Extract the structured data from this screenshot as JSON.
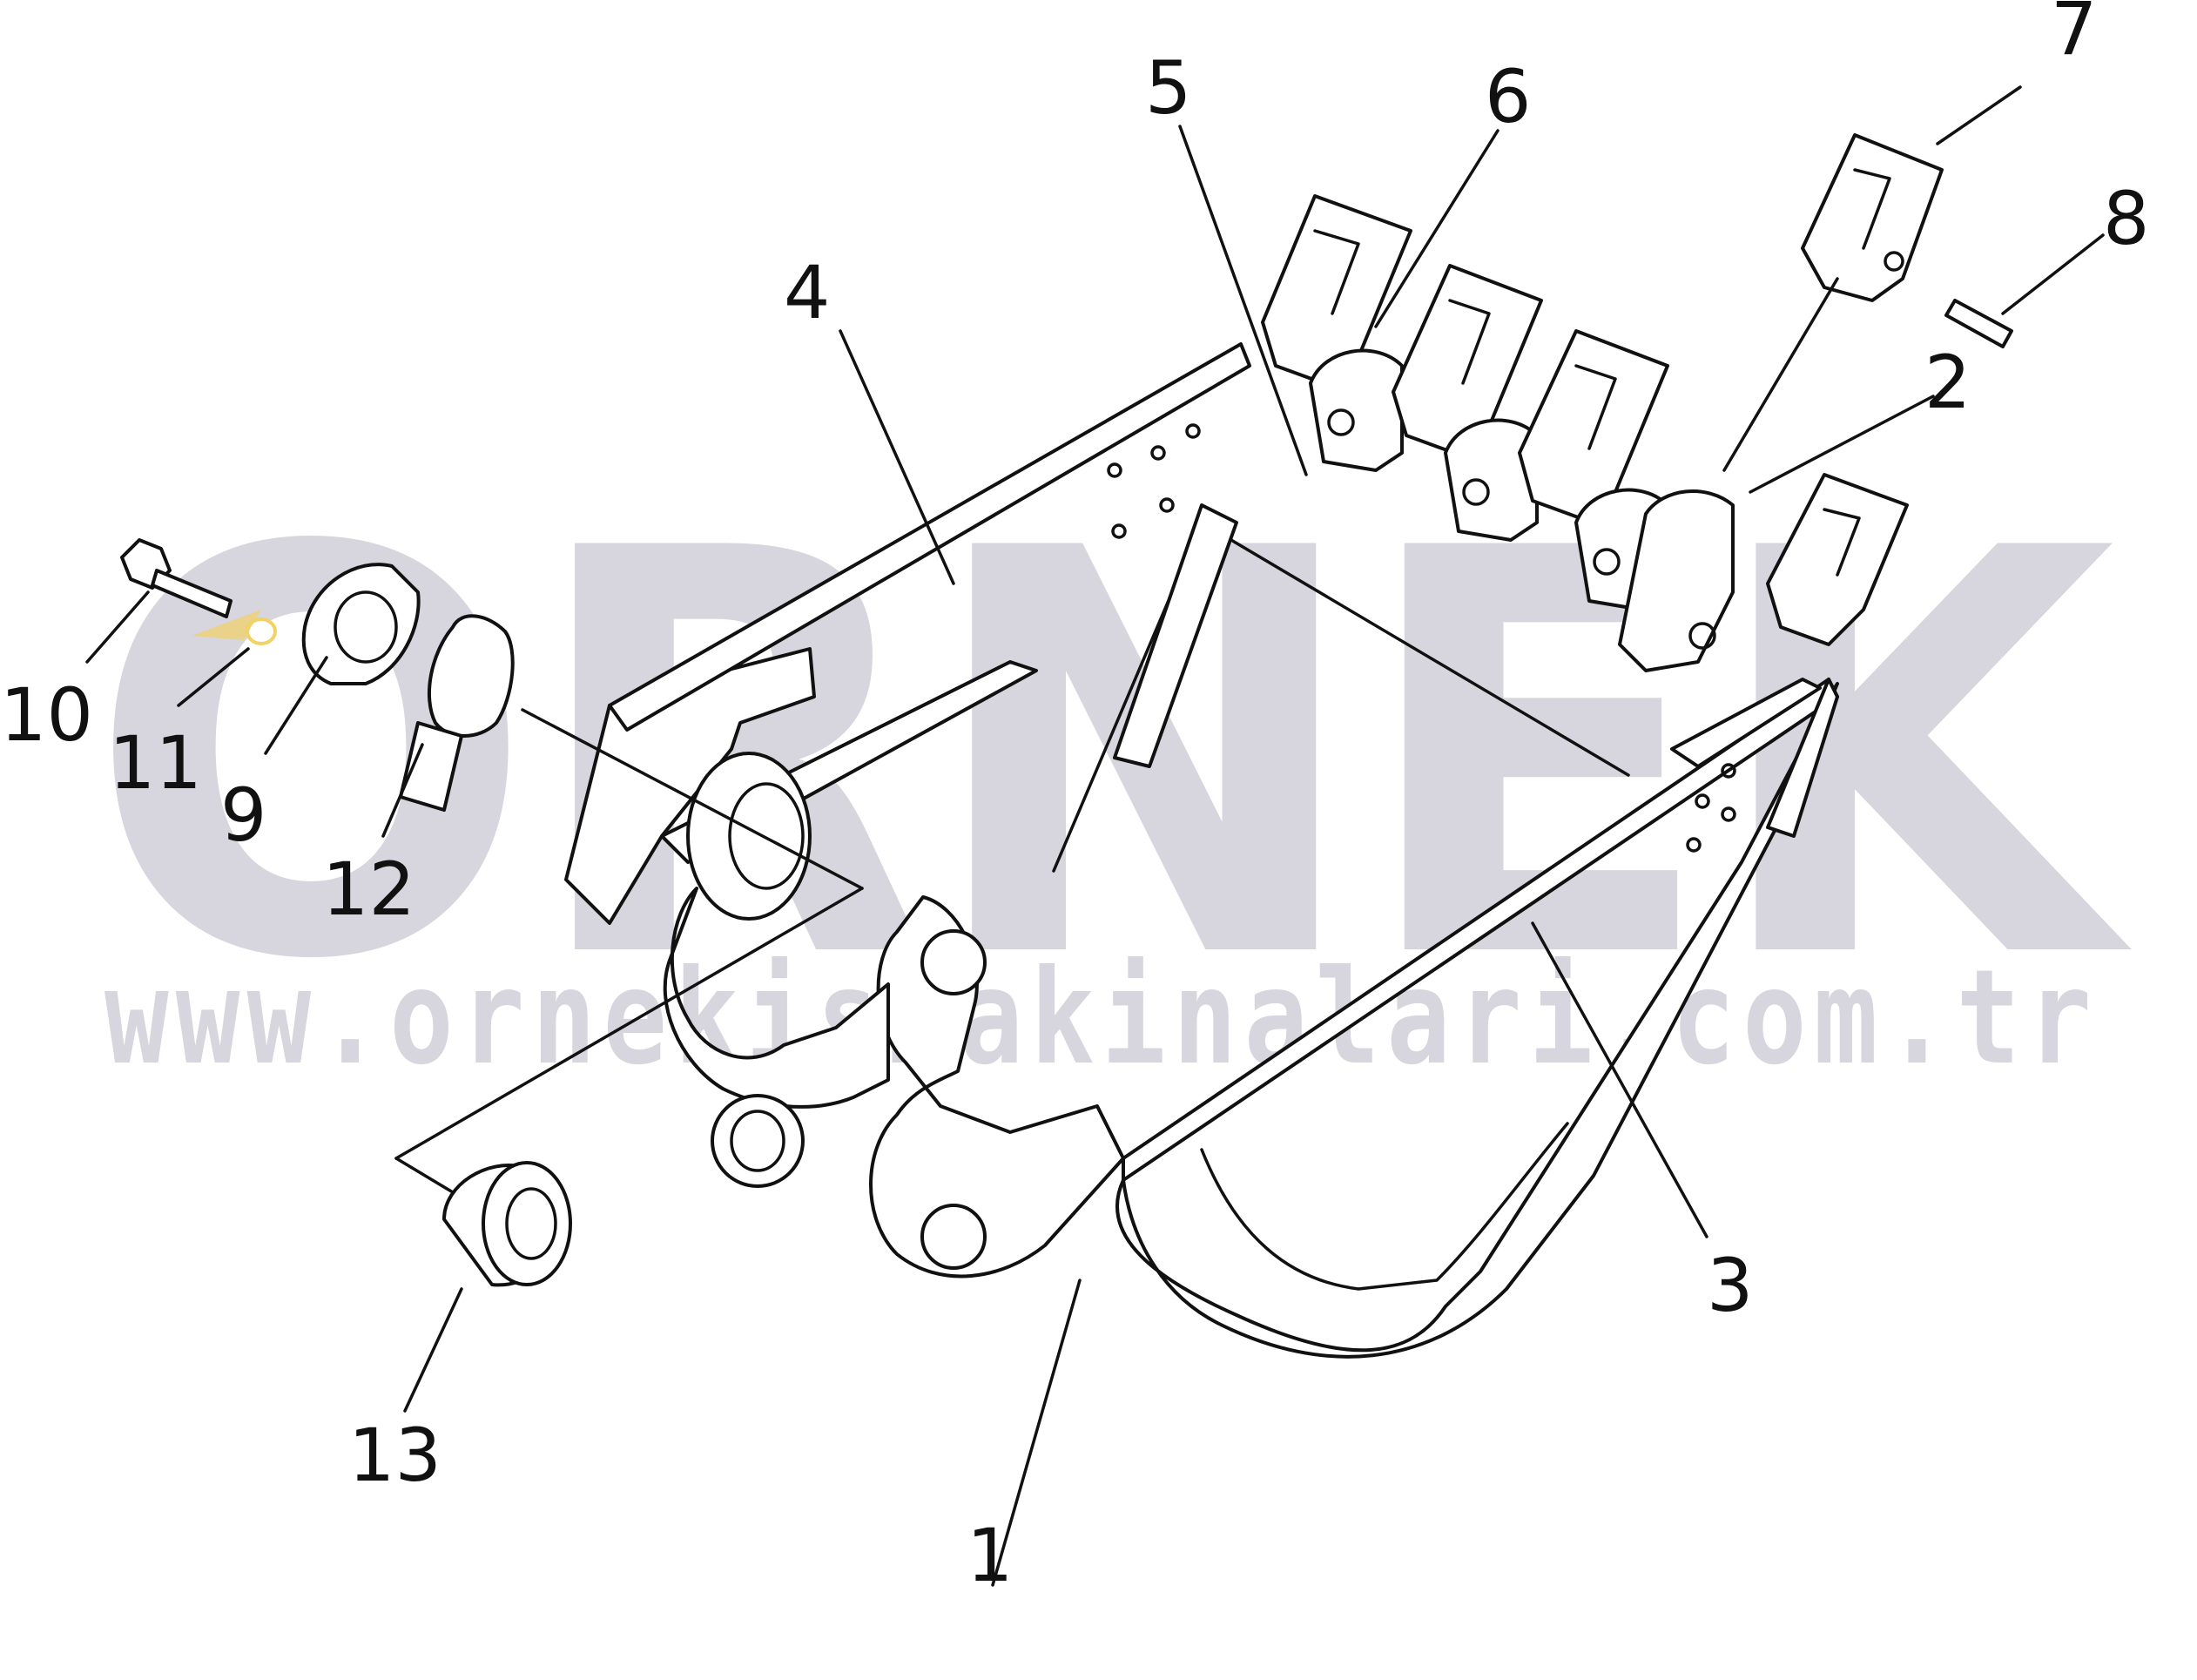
{
  "watermark": {
    "brand": "ORNEK",
    "url": "www.ornekismakinalari.com.tr",
    "color": "#c9c6d0"
  },
  "callouts": [
    {
      "id": "1",
      "text": "1"
    },
    {
      "id": "2",
      "text": "2"
    },
    {
      "id": "3",
      "text": "3"
    },
    {
      "id": "4",
      "text": "4"
    },
    {
      "id": "5",
      "text": "5"
    },
    {
      "id": "6",
      "text": "6"
    },
    {
      "id": "7",
      "text": "7"
    },
    {
      "id": "8",
      "text": "8"
    },
    {
      "id": "9",
      "text": "9"
    },
    {
      "id": "10",
      "text": "10"
    },
    {
      "id": "11",
      "text": "11"
    },
    {
      "id": "12",
      "text": "12"
    },
    {
      "id": "13",
      "text": "13"
    }
  ],
  "colors": {
    "line": "#111111",
    "background": "#ffffff",
    "highlight": "#f2d264"
  }
}
